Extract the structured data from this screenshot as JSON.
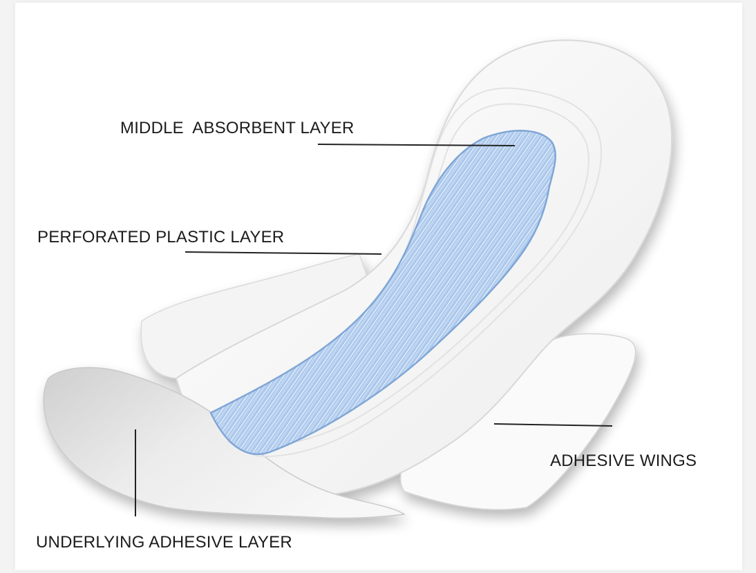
{
  "labels": {
    "middle": "MIDDLE  ABSORBENT LAYER",
    "perforated": "PERFORATED PLASTIC LAYER",
    "wings": "ADHESIVE WINGS",
    "underlying": "UNDERLYING ADHESIVE LAYER"
  },
  "colors": {
    "background": "#f3f3f3",
    "frame": "#ffffff",
    "pad": "#fbfbfb",
    "pad_shadow": "#d6d6d6",
    "absorbent_core": "#a9c8ec",
    "absorbent_edge": "#7fa6d6",
    "leader_line": "#222222",
    "text": "#1c1c1c"
  }
}
